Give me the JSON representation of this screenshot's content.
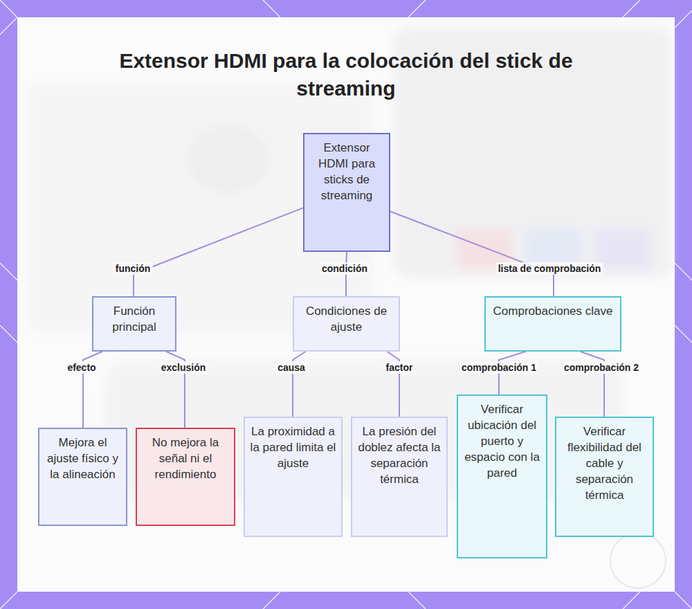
{
  "diagram": {
    "title": "Extensor HDMI para la colocación del stick de streaming",
    "nodes": [
      {
        "text": [
          "Extensor HDMI para sticks de streaming"
        ]
      },
      {
        "text": [
          "Función principal"
        ]
      },
      {
        "text": [
          "Condiciones de ajuste"
        ]
      },
      {
        "text": [
          "Comprobaciones clave"
        ]
      },
      {
        "text": [
          "Mejora el ajuste físico y la alineación"
        ]
      },
      {
        "text": [
          "No mejora la señal ni el rendimiento"
        ]
      },
      {
        "text": [
          "La proximidad a la pared limita el ajuste"
        ]
      },
      {
        "text": [
          "La presión del doblez afecta la separación térmica"
        ]
      },
      {
        "text": [
          "Verificar ubicación del puerto y espacio con la pared"
        ]
      },
      {
        "text": [
          "Verificar flexibilidad del cable y separación térmica"
        ]
      }
    ],
    "edges": [
      {
        "from": 0,
        "to": 1,
        "label": "función",
        "arrow": "none"
      },
      {
        "from": 0,
        "to": 2,
        "label": "condición",
        "arrow": "none"
      },
      {
        "from": 0,
        "to": 3,
        "label": "lista de comprobación",
        "arrow": "none"
      },
      {
        "from": 1,
        "to": 4,
        "label": "efecto",
        "arrow": "none"
      },
      {
        "from": 1,
        "to": 5,
        "label": "exclusión",
        "arrow": "none"
      },
      {
        "from": 2,
        "to": 6,
        "label": "causa",
        "arrow": "none"
      },
      {
        "from": 2,
        "to": 7,
        "label": "factor",
        "arrow": "none"
      },
      {
        "from": 3,
        "to": 8,
        "label": "comprobación 1",
        "arrow": "none"
      },
      {
        "from": 3,
        "to": 9,
        "label": "comprobación 2",
        "arrow": "none"
      }
    ]
  }
}
